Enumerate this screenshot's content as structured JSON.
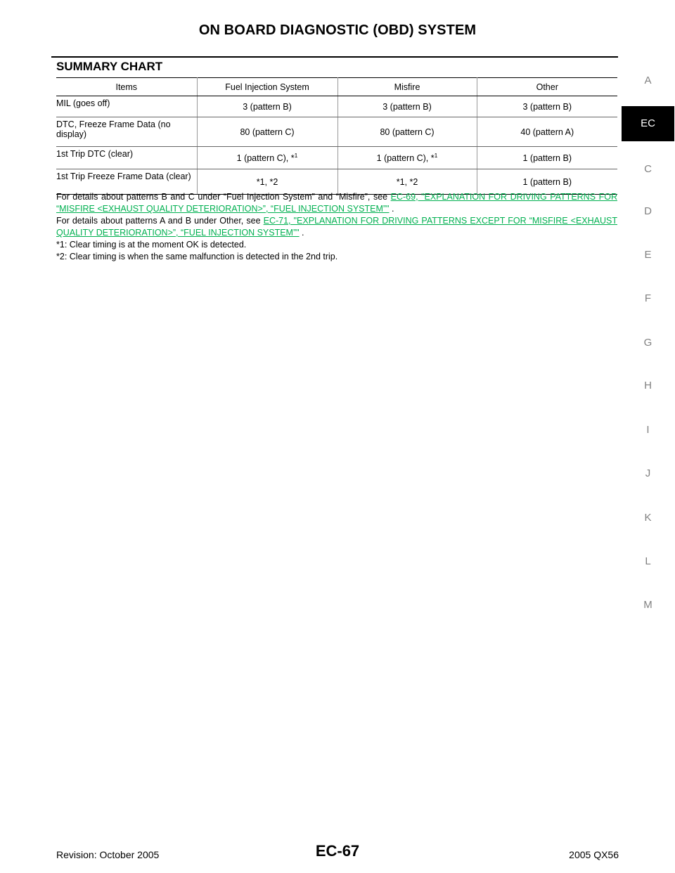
{
  "header": {
    "title": "ON BOARD DIAGNOSTIC (OBD) SYSTEM"
  },
  "section": {
    "heading": "SUMMARY CHART"
  },
  "table": {
    "headers": [
      "Items",
      "Fuel Injection System",
      "Misfire",
      "Other"
    ],
    "rows": [
      {
        "item": "MIL (goes off)",
        "fuel": "3 (pattern B)",
        "misfire": "3 (pattern B)",
        "other": "3 (pattern B)"
      },
      {
        "item": "DTC, Freeze Frame Data (no display)",
        "fuel": "80 (pattern C)",
        "misfire": "80 (pattern C)",
        "other": "40 (pattern A)"
      },
      {
        "item": "1st Trip DTC (clear)",
        "fuel": "1 (pattern C), *",
        "fuel_sup": "1",
        "misfire": "1 (pattern C), *",
        "misfire_sup": "1",
        "other": "1 (pattern B)"
      },
      {
        "item": "1st Trip Freeze Frame Data (clear)",
        "fuel": "*1, *2",
        "misfire": "*1, *2",
        "other": "1 (pattern B)"
      }
    ]
  },
  "notes": {
    "note1_prefix": "For details about patterns B and C under “Fuel Injection System” and “Misfire”, see ",
    "note1_link": "EC-69, \"EXPLANATION FOR DRIVING PATTERNS FOR “MISFIRE <EXHAUST QUALITY DETERIORATION>”, “FUEL INJECTION SYSTEM”\"",
    "note1_suffix": " .",
    "note2_prefix": "For details about patterns A and B under Other, see ",
    "note2_link": "EC-71, \"EXPLANATION FOR DRIVING PATTERNS EXCEPT FOR “MISFIRE <EXHAUST QUALITY DETERIORATION>”, “FUEL INJECTION SYSTEM”\"",
    "note2_suffix": " .",
    "note3": "*1: Clear timing is at the moment OK is detected.",
    "note4": "*2: Clear timing is when the same malfunction is detected in the 2nd trip."
  },
  "side_index": {
    "letters": [
      "A",
      "C",
      "D",
      "E",
      "F",
      "G",
      "H",
      "I",
      "J",
      "K",
      "L",
      "M"
    ],
    "active": "EC"
  },
  "footer": {
    "revision": "Revision: October 2005",
    "page": "EC-67",
    "model": "2005 QX56"
  },
  "colors": {
    "link": "#00b050",
    "side_letter": "#808080",
    "active_tab_bg": "#000000"
  }
}
